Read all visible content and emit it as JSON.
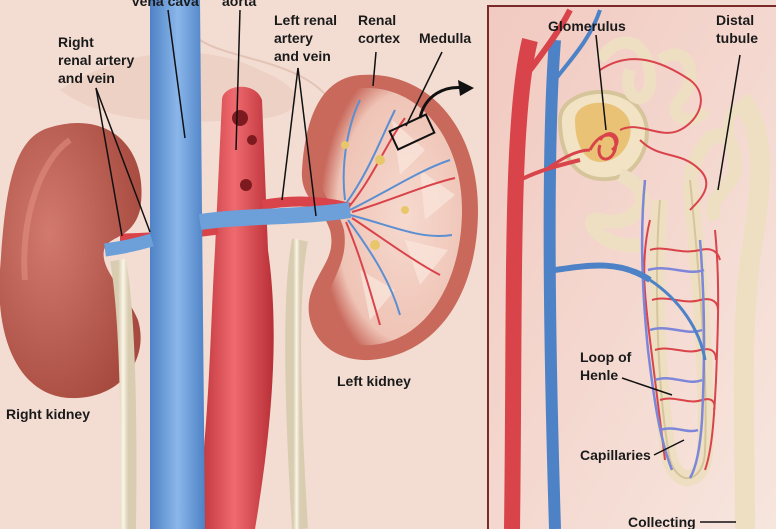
{
  "labels": {
    "vena_cava": "Vena cava",
    "aorta": "aorta",
    "right_renal": [
      "Right",
      "renal artery",
      "and vein"
    ],
    "left_renal": [
      "Left renal",
      "artery",
      "and vein"
    ],
    "renal_cortex": [
      "Renal",
      "cortex"
    ],
    "medulla": "Medulla",
    "right_kidney": "Right kidney",
    "left_kidney": "Left kidney",
    "glomerulus": "Glomerulus",
    "distal_tubule": [
      "Distal",
      "tubule"
    ],
    "loop_of_henle": [
      "Loop of",
      "Henle"
    ],
    "capillaries": "Capillaries",
    "collecting": "Collecting"
  },
  "colors": {
    "background": "#f3ddd2",
    "kidney": "#c6665a",
    "kidney_dark": "#9e4338",
    "cortex": "#f2cfc3",
    "vein": "#6d9fd8",
    "artery": "#d9434a",
    "ureter": "#efe6d2",
    "inset_bg": "#f6e4da",
    "label": "#1a1a1a"
  }
}
